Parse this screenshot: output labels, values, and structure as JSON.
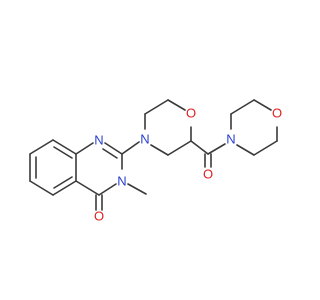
{
  "molecule": {
    "atoms": {
      "n1": {
        "label": "N",
        "color": "#2a3fd0"
      },
      "n3": {
        "label": "N",
        "color": "#2a3fd0"
      },
      "o4": {
        "label": "O",
        "color": "#e02020"
      },
      "methyl": {
        "label": "",
        "color": "#3a3a3a"
      },
      "nm": {
        "label": "N",
        "color": "#2a3fd0"
      },
      "om": {
        "label": "O",
        "color": "#e02020"
      },
      "oc": {
        "label": "O",
        "color": "#e02020"
      },
      "nr": {
        "label": "N",
        "color": "#2a3fd0"
      },
      "or": {
        "label": "O",
        "color": "#e02020"
      }
    },
    "bond_color": "#3a3a3a"
  }
}
